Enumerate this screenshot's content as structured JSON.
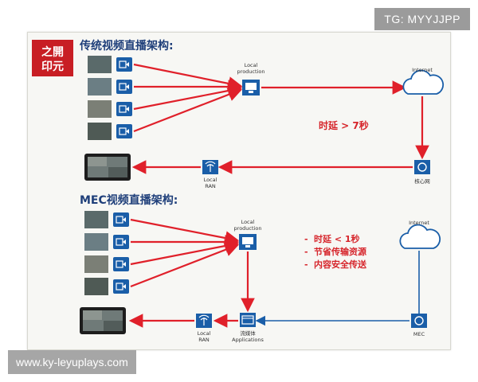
{
  "watermark_top": "TG: MYYJJPP",
  "watermark_bottom": "www.ky-leyuplays.com",
  "logo": {
    "text": "之開印元"
  },
  "top": {
    "title": "传统视频直播架构:",
    "local_production_label": [
      "Local",
      "production"
    ],
    "internet_label": "Internet",
    "latency_text": "时延 > 7秒",
    "local_ran_label": [
      "Local",
      "RAN"
    ],
    "core_label": "核心网"
  },
  "bottom": {
    "title": "MEC视频直播架构:",
    "local_production_label": [
      "Local",
      "production"
    ],
    "internet_label": "Internet",
    "benefits": [
      "时延 < 1秒",
      "节省传输资源",
      "内容安全传送"
    ],
    "local_ran_label": [
      "Local",
      "RAN"
    ],
    "streaming_label": [
      "流媒体",
      "Applications"
    ],
    "mec_label": "MEC"
  },
  "colors": {
    "arrow": "#e0202a",
    "box": "#1a5ea8",
    "text": "#1f3f7a",
    "accent": "#d6252b"
  }
}
